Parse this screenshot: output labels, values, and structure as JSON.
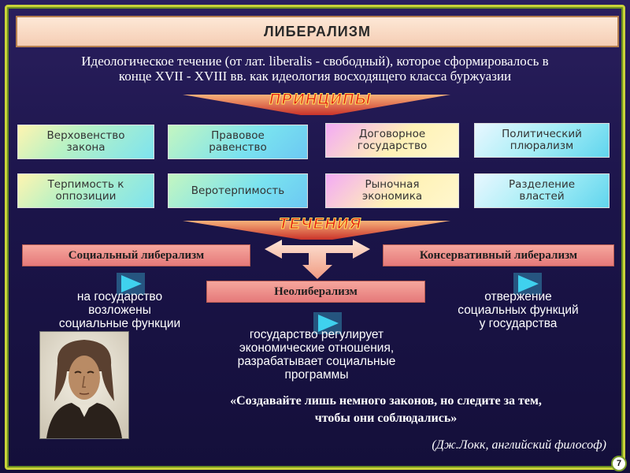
{
  "title": "ЛИБЕРАЛИЗМ",
  "definition": {
    "line1": "Идеологическое течение (от лат. liberalis - свободный), которое сформировалось в",
    "line2": "конце XVII - XVIII вв. как идеология восходящего класса буржуазии"
  },
  "principles_banner": "ПРИНЦИПЫ",
  "principles": [
    {
      "line1": "Верховенство",
      "line2": "закона"
    },
    {
      "line1": "Правовое",
      "line2": "равенство"
    },
    {
      "line1": "Договорное",
      "line2": "государство"
    },
    {
      "line1": "Политический",
      "line2": "плюрализм"
    },
    {
      "line1": "Терпимость к",
      "line2": "оппозиции"
    },
    {
      "line1": "Веротерпимость",
      "line2": ""
    },
    {
      "line1": "Рыночная",
      "line2": "экономика"
    },
    {
      "line1": "Разделение",
      "line2": "властей"
    }
  ],
  "currents_banner": "ТЕЧЕНИЯ",
  "currents": {
    "social": "Социальный либерализм",
    "conservative": "Консервативный либерализм",
    "neo": "Неолиберализм"
  },
  "descriptions": {
    "social": {
      "l1": "на государство",
      "l2": "возложены",
      "l3": "социальные функции"
    },
    "conservative": {
      "l1": "отвержение",
      "l2": "социальных функций",
      "l3": "у государства"
    },
    "neo": {
      "l1": "государство регулирует",
      "l2": "экономические отношения,",
      "l3": "разрабатывает социальные",
      "l4": "программы"
    }
  },
  "quote": {
    "line1": "«Создавайте лишь немного законов, но следите за тем,",
    "line2": "чтобы они соблюдались»"
  },
  "author": "(Дж.Локк, английский философ)",
  "page_number": "7",
  "colors": {
    "background": "#1b1449",
    "frame": "#c9d23a",
    "banner_arrow": "#e8673f",
    "banner_text": "#e41b1b",
    "current_box": "#e5797a",
    "play_icon": "#39d4ee"
  }
}
